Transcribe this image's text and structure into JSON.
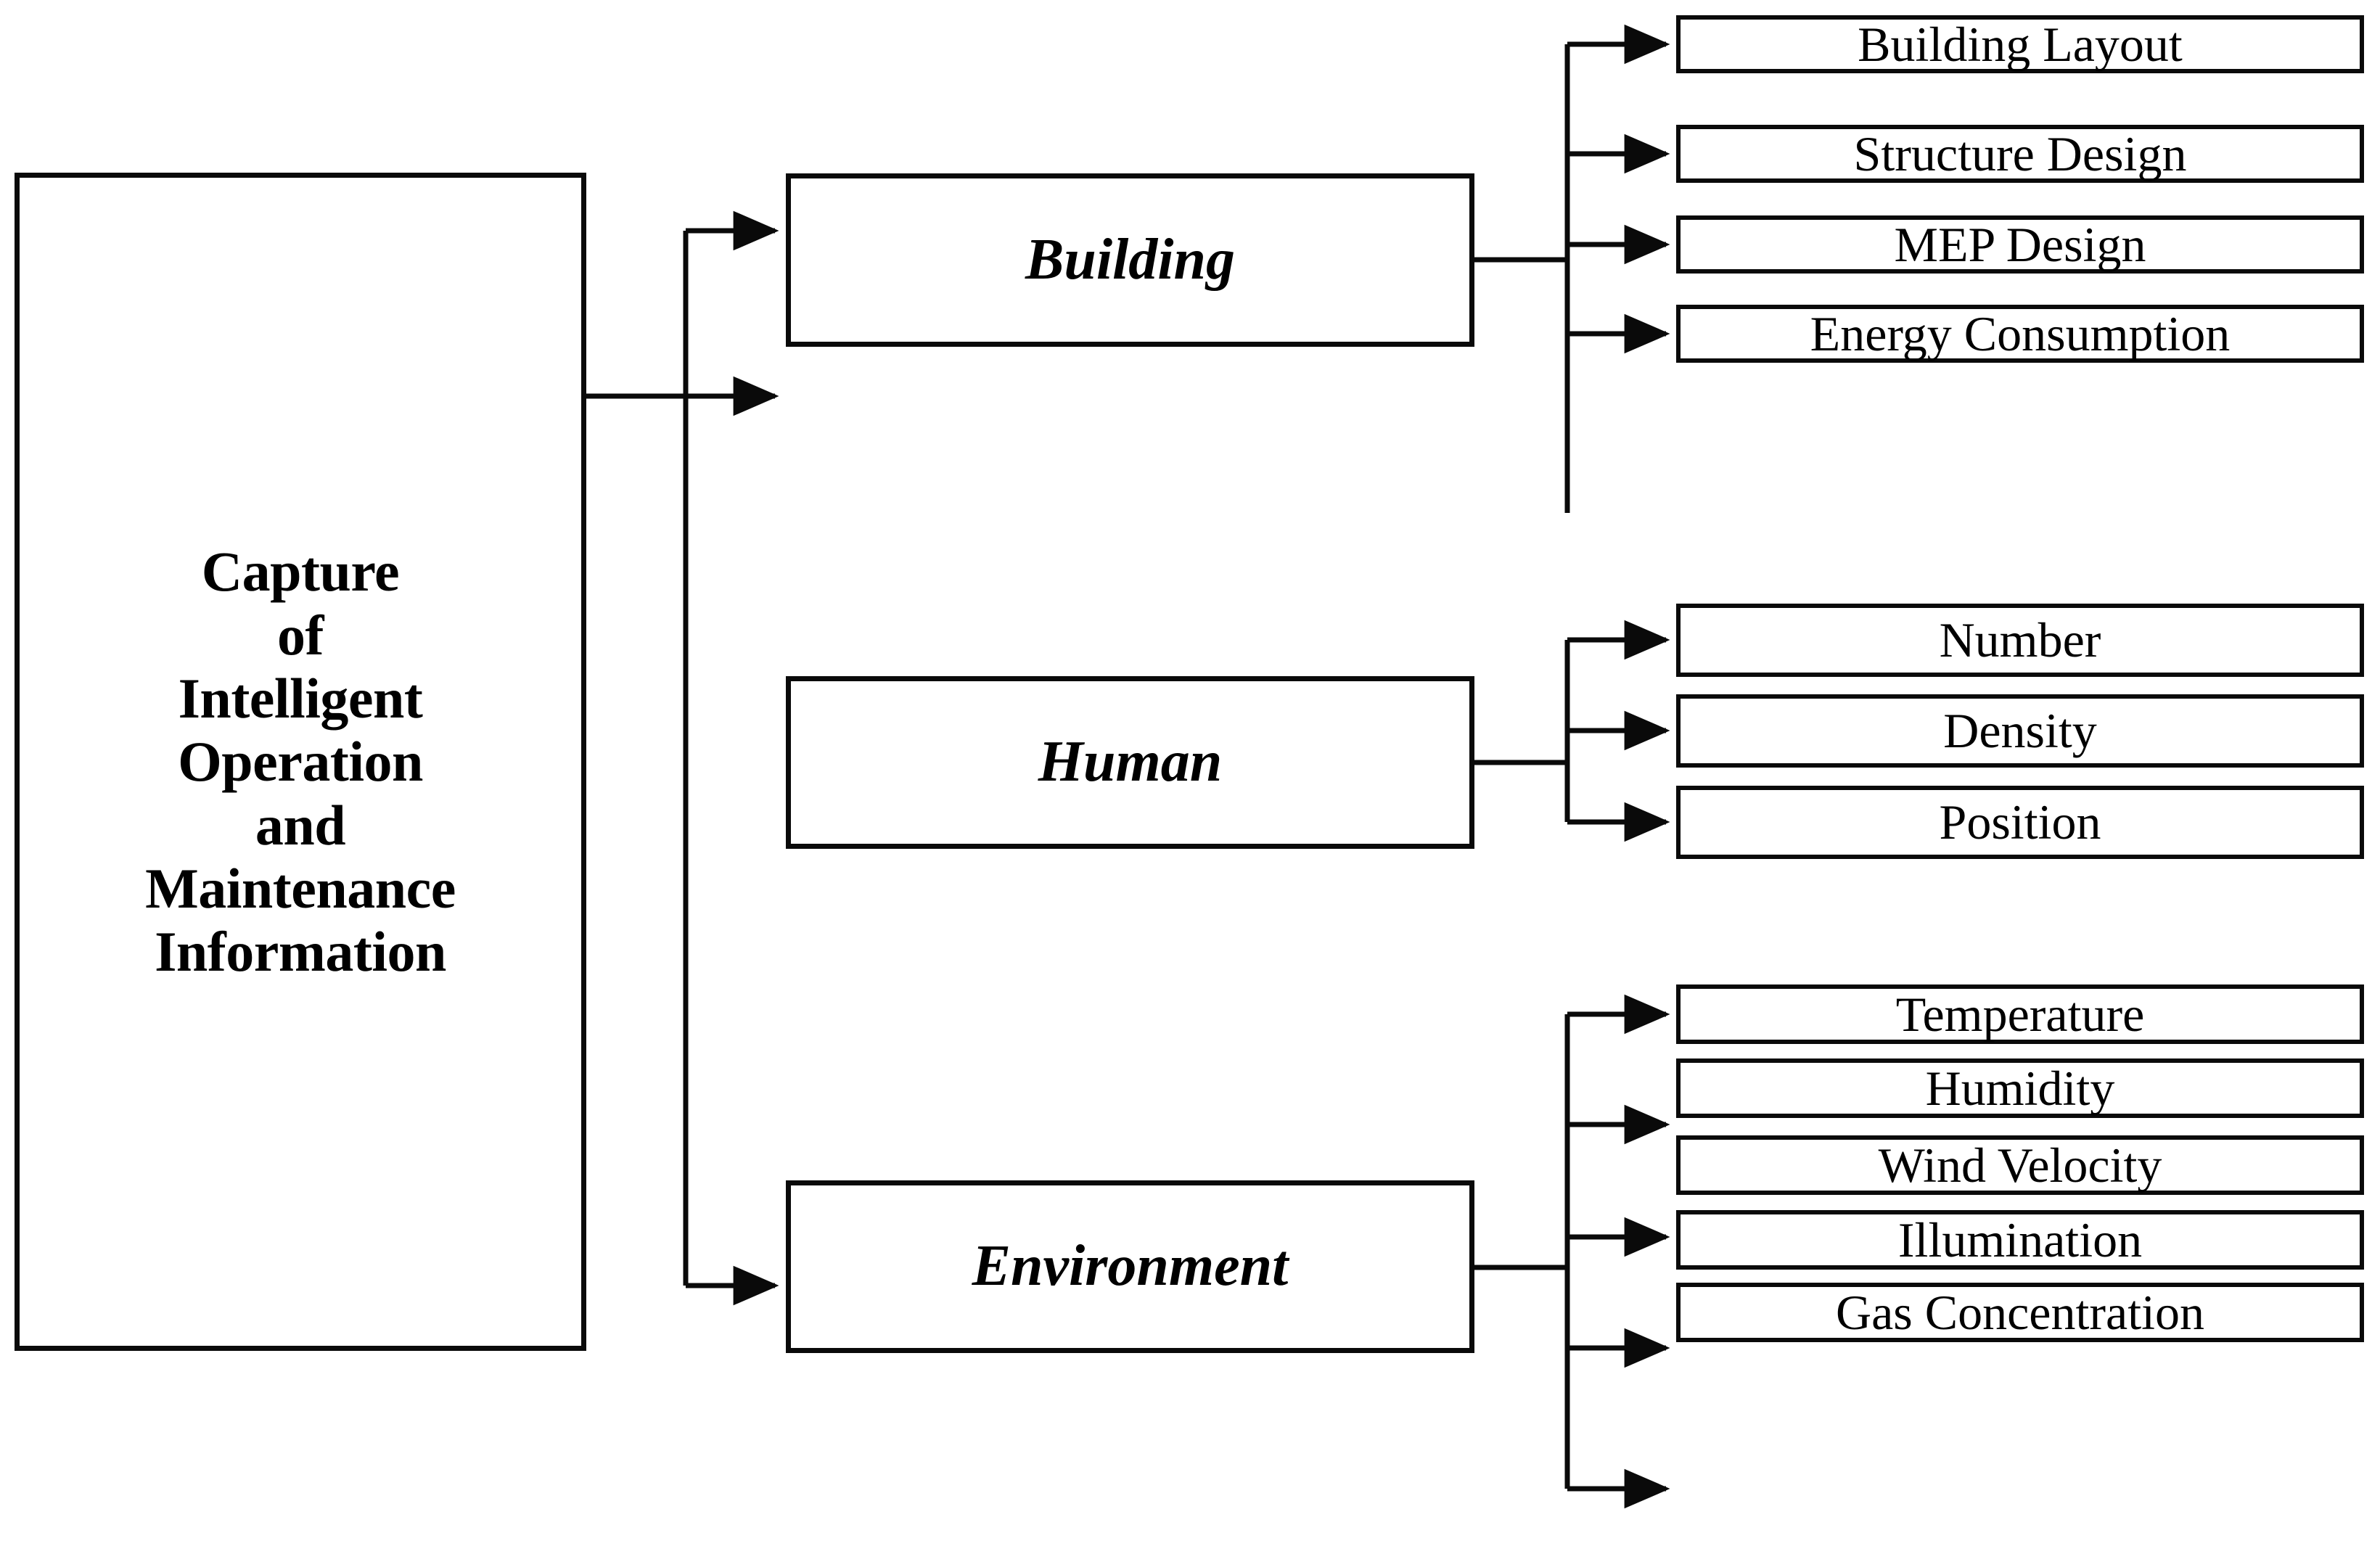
{
  "diagram": {
    "type": "hierarchy-tree",
    "orientation": "left-to-right",
    "title_text": "Capture\nof\nIntelligent\nOperation\nand\nMaintenance\nInformation",
    "colors": {
      "background": "#ffffff",
      "stroke": "#0a0a0a",
      "text": "#000000"
    },
    "root": {
      "label": "Capture\nof\nIntelligent\nOperation\nand\nMaintenance\nInformation"
    },
    "branches": [
      {
        "id": "building",
        "label": "Building",
        "leaves": [
          {
            "id": "building-layout",
            "label": "Building Layout"
          },
          {
            "id": "structure-design",
            "label": "Structure Design"
          },
          {
            "id": "mep-design",
            "label": "MEP Design"
          },
          {
            "id": "energy-consumption",
            "label": "Energy Consumption"
          }
        ]
      },
      {
        "id": "human",
        "label": "Human",
        "leaves": [
          {
            "id": "number",
            "label": "Number"
          },
          {
            "id": "density",
            "label": "Density"
          },
          {
            "id": "position",
            "label": "Position"
          }
        ]
      },
      {
        "id": "environment",
        "label": "Environment",
        "leaves": [
          {
            "id": "temperature",
            "label": "Temperature"
          },
          {
            "id": "humidity",
            "label": "Humidity"
          },
          {
            "id": "wind-velocity",
            "label": "Wind Velocity"
          },
          {
            "id": "illumination",
            "label": "Illumination"
          },
          {
            "id": "gas-concentration",
            "label": "Gas Concentration"
          }
        ]
      }
    ]
  }
}
